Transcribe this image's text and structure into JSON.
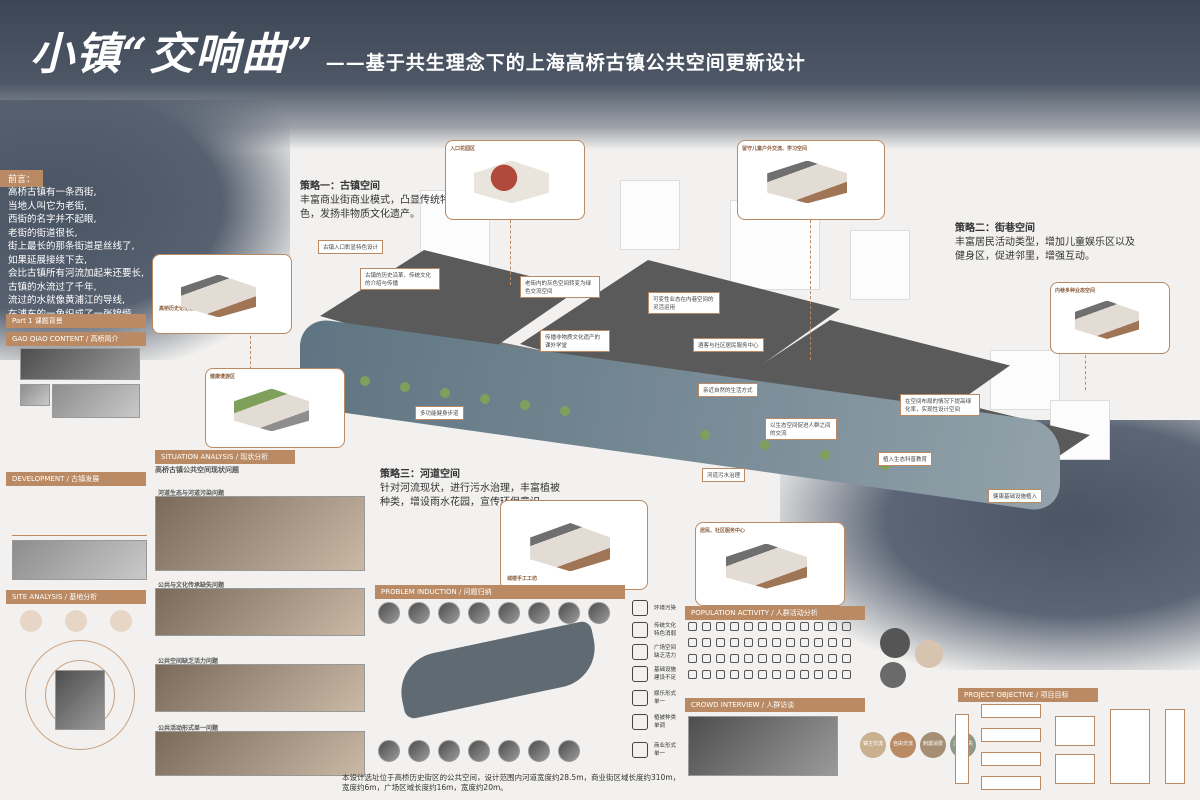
{
  "title": {
    "main": "小镇“交响曲”",
    "sub": "——基于共生理念下的上海高桥古镇公共空间更新设计"
  },
  "intro": {
    "heading": "前言：",
    "lines": [
      "高桥古镇有一条西街,",
      "当地人叫它为老街,",
      "西街的名字并不起眼,",
      "老街的街道很长,",
      "街上最长的那条街道是丝线了,",
      "如果延展接续下去,",
      "会比古镇所有河流加起来还要长,",
      "古镇的水流过了千年,",
      "流过的水就像黄浦江的导线,",
      "在浦东的一角织成了一张锦缎。"
    ]
  },
  "strategies": {
    "s1": {
      "head": "策略一：古镇空间",
      "body": "丰富商业街商业模式，凸显传统特色，发扬非物质文化遗产。"
    },
    "s2": {
      "head": "策略二：街巷空间",
      "body": "丰富居民活动类型，增加儿童娱乐区以及健身区，促进邻里，增强互动。"
    },
    "s3": {
      "head": "策略三：河道空间",
      "body": "针对河流现状，进行污水治理，丰富植被种类，增设雨水花园，宣传环保意识。"
    }
  },
  "labels": {
    "entrance": "古镇入口彰显特色设计",
    "history": "古镇的历史沿革、传统文化的介绍与传播",
    "street_color": "老街内的灰色空间转变为绿色交流空间",
    "commercial": "可变性业态在内巷空间的灵活运用",
    "heritage": "传播非物质文化遗产的课外学堂",
    "market": "酒客与社区居民服务中心",
    "nature": "亲近自然的生活方式",
    "waterfront": "多功能健身步道",
    "community": "以生态空间促进人群之间的交流",
    "river_treat": "河道污水治理",
    "education": "植入生态科普教育",
    "fitness": "健康基础设施植入",
    "residents": "在空间布局的情况下提高绿化率，实现性设计空间"
  },
  "cards": {
    "c_entrance": "入口花园区",
    "c_kids": "留守儿童户外交流、学习空间",
    "c_history_hall": "高桥历史记忆馆",
    "c_health": "健康漫游区",
    "c_inner": "内巷多种业态空间",
    "c_craft": "城楼手工工坊",
    "c_service": "居民、社区服务中心"
  },
  "left_panel": {
    "part1": "Part 1 课题背景",
    "gaoqiao": "GAO QIAO CONTENT / 高桥简介",
    "development": "DEVELOPMENT / 古镇发展",
    "site": "SITE ANALYSIS / 基地分析",
    "situation": "SITUATION ANALYSIS / 现状分析",
    "situation_title": "高桥古镇公共空间现状问题",
    "issue1": "河道生态与河道污染问题",
    "issue2": "公共与文化传承缺失问题",
    "issue3": "公共空间缺乏活力问题",
    "issue4": "公共活动形式单一问题"
  },
  "problem": {
    "title": "PROBLEM INDUCTION / 问题归纳",
    "items": [
      "环境污染",
      "传统文化特色消弱",
      "广场空间缺乏活力",
      "基础设施建设不足",
      "娱乐形式单一",
      "植被种类单调",
      "商业形式单一"
    ],
    "note": "本设计选址位于高桥历史街区的公共空间，设计范围内河道宽度约28.5m，商业街区域长度约310m，宽度约6m，广场区域长度约16m，宽度约20m。"
  },
  "population": {
    "title": "POPULATION ACTIVITY / 人群活动分析"
  },
  "interview": {
    "title": "CROWD INTERVIEW / 人群访谈",
    "tags": [
      "镇主交流",
      "自由交流",
      "刺激消费",
      "文化缺失"
    ]
  },
  "objective": {
    "title": "PROJECT OBJECTIVE / 项目目标"
  },
  "colors": {
    "accent": "#b98a63",
    "ink": "#4a5564"
  }
}
